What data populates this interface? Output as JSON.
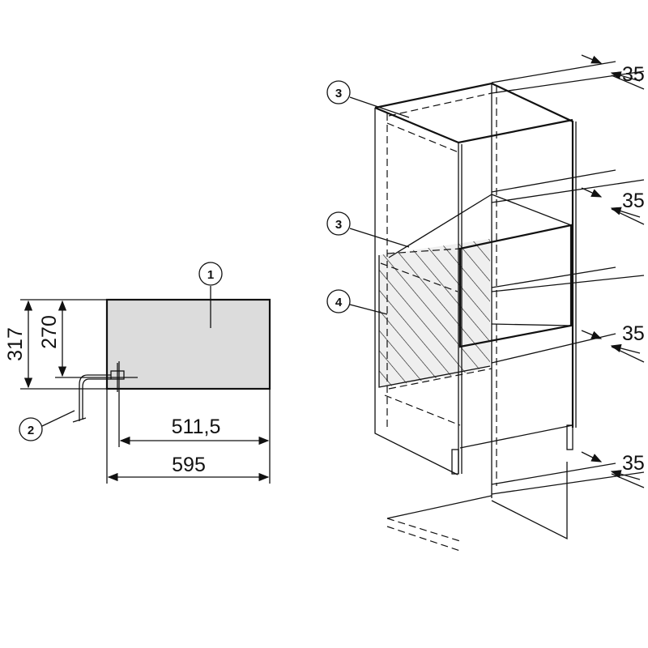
{
  "left_view": {
    "callout_appliance": "1",
    "callout_connection": "2",
    "dim_height_total": "317",
    "dim_height_inner": "270",
    "dim_depth_inner": "511,5",
    "dim_depth_total": "595"
  },
  "cabinet_view": {
    "callout_top_shelf": "3",
    "callout_mid_shelf": "3",
    "callout_hatched_area": "4",
    "ventilation_dims": [
      "35",
      "35",
      "35",
      "35"
    ]
  },
  "colors": {
    "appliance_fill": "#dcdcdc",
    "hatch_fill": "#efefef",
    "line": "#111111"
  }
}
